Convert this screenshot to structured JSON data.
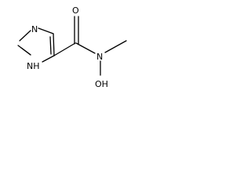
{
  "molecule": {
    "atoms": {
      "ring_n_top": "N",
      "ring_nh": "NH",
      "carbonyl_o": "O",
      "amide_n": "N",
      "oh": "OH"
    },
    "colors": {
      "bond": "#000000",
      "label": "#000000",
      "background": "#ffffff"
    }
  }
}
